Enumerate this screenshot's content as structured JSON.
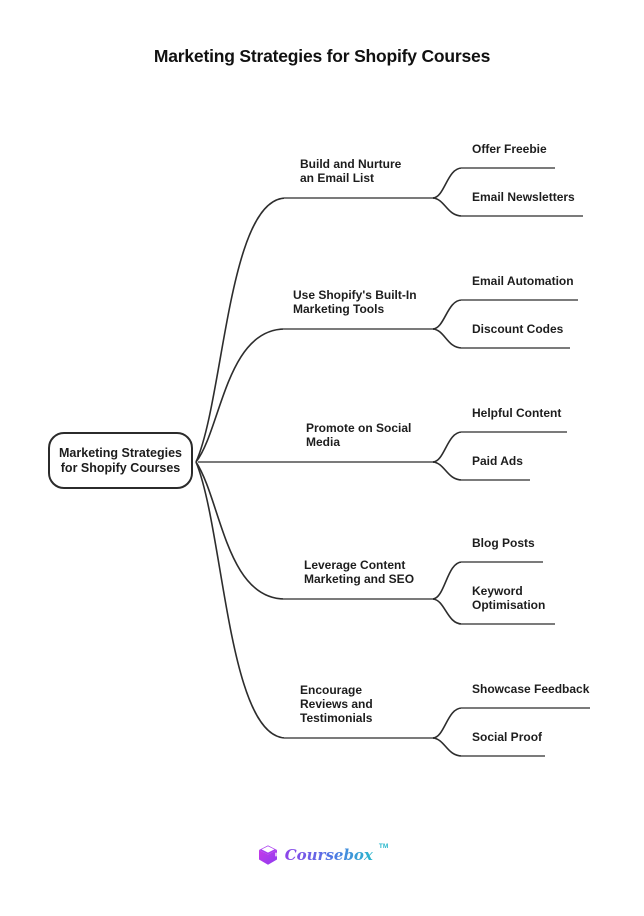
{
  "title": "Marketing Strategies for Shopify Courses",
  "root": {
    "label": "Marketing Strategies for Shopify Courses"
  },
  "branches": [
    {
      "label": "Build and Nurture an Email List",
      "children": [
        "Offer Freebie",
        "Email Newsletters"
      ]
    },
    {
      "label": "Use Shopify's Built-In Marketing Tools",
      "children": [
        "Email Automation",
        "Discount Codes"
      ]
    },
    {
      "label": "Promote on Social Media",
      "children": [
        "Helpful Content",
        "Paid Ads"
      ]
    },
    {
      "label": "Leverage Content Marketing and SEO",
      "children": [
        "Blog Posts",
        "Keyword Optimisation"
      ]
    },
    {
      "label": "Encourage Reviews and Testimonials",
      "children": [
        "Showcase Feedback",
        "Social Proof"
      ]
    }
  ],
  "footer": {
    "brand": "Coursebox",
    "trademark": "TM"
  },
  "colors": {
    "connector_dark": "#2d2d2d",
    "connector_gray": "#7b7b7b",
    "node_border": "#2b2b2b",
    "logo_purple": "#8d43e9",
    "logo_teal": "#2ab8cc"
  }
}
